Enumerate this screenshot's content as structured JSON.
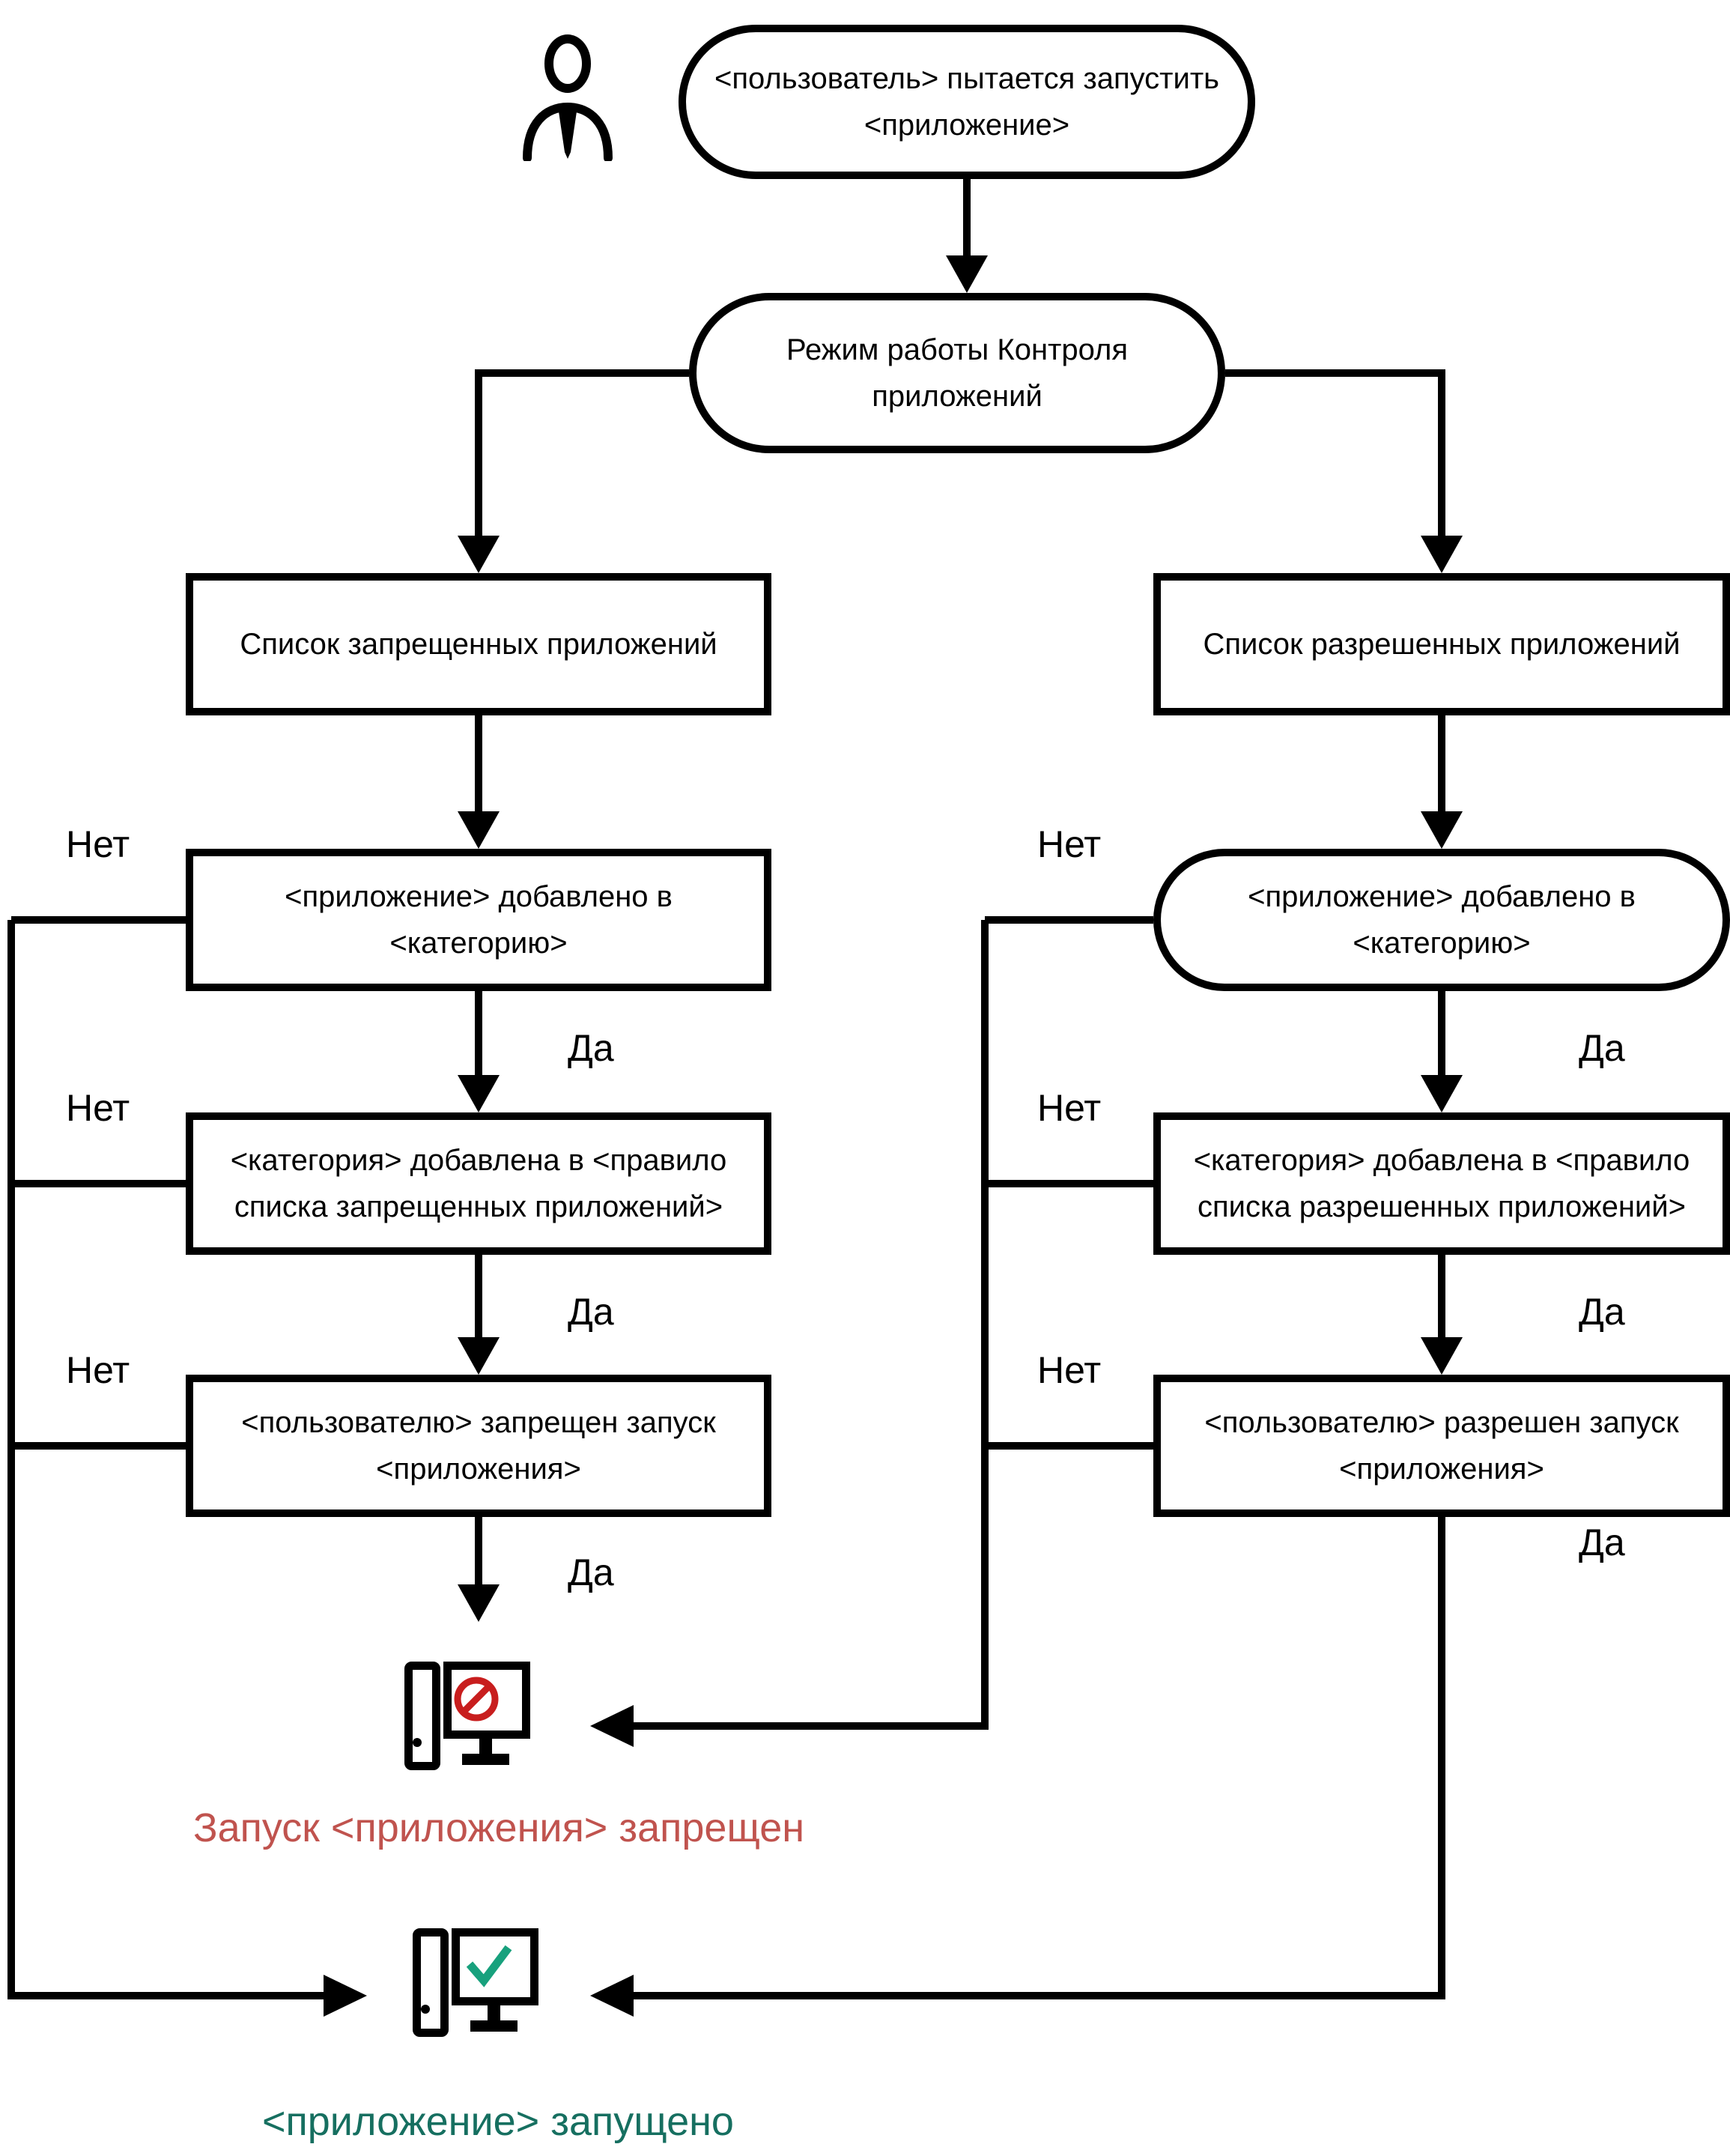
{
  "flow": {
    "actor": "user",
    "start": {
      "lines": [
        "<пользователь> пытается запустить",
        "<приложение>"
      ]
    },
    "mode": {
      "label": "Режим работы Контроля приложений"
    },
    "deny_branch": {
      "title": "Список запрещенных приложений",
      "step1": {
        "lines": [
          "<приложение> добавлено в",
          "<категорию>"
        ]
      },
      "step2": {
        "lines": [
          "<категория> добавлена в <правило",
          "списка запрещенных приложений>"
        ]
      },
      "step3": {
        "lines": [
          "<пользователю> запрещен запуск",
          "<приложения>"
        ]
      }
    },
    "allow_branch": {
      "title": "Список разрешенных приложений",
      "step1": {
        "lines": [
          "<приложение> добавлено в",
          "<категорию>"
        ]
      },
      "step2": {
        "lines": [
          "<категория> добавлена в <правило",
          "списка разрешенных приложений>"
        ]
      },
      "step3": {
        "lines": [
          "<пользователю> разрешен запуск",
          "<приложения>"
        ]
      }
    },
    "labels": {
      "yes": "Да",
      "no": "Нет"
    },
    "results": {
      "blocked": "Запуск <приложения> запрещен",
      "started": "<приложение> запущено"
    },
    "colors": {
      "blocked_text": "#c0534e",
      "started_text": "#166f60",
      "prohibit_sign": "#c40b0b",
      "check_mark": "#18a17d",
      "line": "#000000"
    }
  }
}
